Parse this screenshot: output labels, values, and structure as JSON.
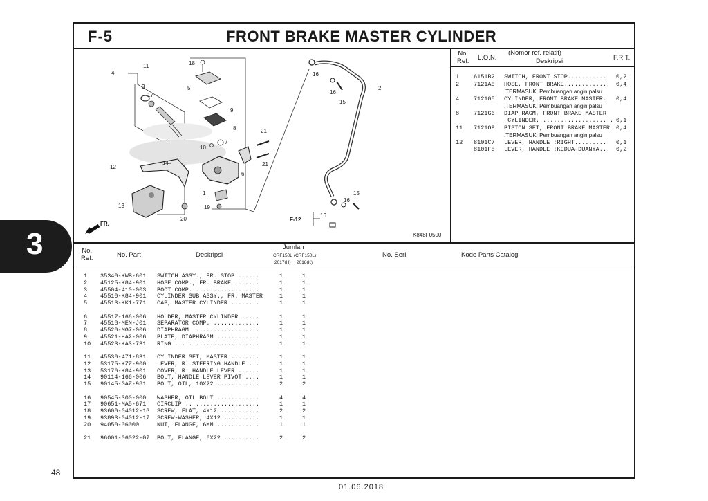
{
  "header": {
    "fig_code": "F-5",
    "title": "FRONT BRAKE MASTER CYLINDER"
  },
  "side_tab": {
    "chapter": "3"
  },
  "page_number": "48",
  "footer_date": "01.06.2018",
  "diagram": {
    "callouts": [
      "1",
      "2",
      "3",
      "4",
      "5",
      "6",
      "7",
      "8",
      "9",
      "10",
      "11",
      "12",
      "13",
      "14",
      "15",
      "16",
      "16",
      "16",
      "16",
      "17",
      "18",
      "19",
      "20",
      "21",
      "21"
    ],
    "ref_label": "F-12",
    "direction_label": "FR.",
    "drawing_code": "K848F0500"
  },
  "ref_table": {
    "col_no_ref": "No.\nRef.",
    "col_lon": "L.O.N.",
    "col_desc_sub": "(Nomor ref. relatif)",
    "col_desc": "Deskripsi",
    "col_frt": "F.R.T.",
    "rows": [
      {
        "ref": "1",
        "lon": "6151B2",
        "desc": "SWITCH, FRONT STOP............",
        "frt": "0,2"
      },
      {
        "ref": "2",
        "lon": "7121A0",
        "desc": "HOSE, FRONT BRAKE.............",
        "frt": "0,4"
      },
      {
        "ref": "",
        "lon": "",
        "desc": ".TERMASUK: Pembuangan angin palsu",
        "frt": ""
      },
      {
        "ref": "4",
        "lon": "712105",
        "desc": "CYLINDER, FRONT BRAKE MASTER..",
        "frt": "0,4"
      },
      {
        "ref": "",
        "lon": "",
        "desc": ".TERMASUK: Pembuangan angin palsu",
        "frt": ""
      },
      {
        "ref": "8",
        "lon": "7121G6",
        "desc": "DIAPHRAGM, FRONT BRAKE MASTER",
        "frt": ""
      },
      {
        "ref": "",
        "lon": "",
        "desc": " CYLINDER......................",
        "frt": "0,1"
      },
      {
        "ref": "11",
        "lon": "7121G9",
        "desc": "PISTON SET, FRONT BRAKE MASTER",
        "frt": "0,4"
      },
      {
        "ref": "",
        "lon": "",
        "desc": ".TERMASUK: Pembuangan angin palsu",
        "frt": ""
      },
      {
        "ref": "12",
        "lon": "8101C7",
        "desc": "LEVER, HANDLE :RIGHT..........",
        "frt": "0,1"
      },
      {
        "ref": "",
        "lon": "8101F5",
        "desc": "LEVER, HANDLE :KEDUA-DUANYA...",
        "frt": "0,2"
      }
    ]
  },
  "parts_table": {
    "col_no_ref": "No.\nRef.",
    "col_part_no": "No. Part",
    "col_desc": "Deskripsi",
    "col_qty": "Jumlah",
    "col_qty_a": "CRF150L",
    "col_qty_b": "(CRF150L)",
    "col_year_a": "2017(H)",
    "col_year_b": "2018(K)",
    "col_serial": "No. Seri",
    "col_catalog": "Kode Parts Catalog",
    "groups": [
      [
        {
          "ref": "1",
          "part": "35340-KWB-601",
          "desc": "SWITCH ASSY., FR. STOP ......",
          "q1": "1",
          "q2": "1"
        },
        {
          "ref": "2",
          "part": "45125-K84-901",
          "desc": "HOSE COMP., FR. BRAKE .......",
          "q1": "1",
          "q2": "1"
        },
        {
          "ref": "3",
          "part": "45504-410-003",
          "desc": "BOOT COMP. ..................",
          "q1": "1",
          "q2": "1"
        },
        {
          "ref": "4",
          "part": "45510-K84-901",
          "desc": "CYLINDER SUB ASSY., FR. MASTER",
          "q1": "1",
          "q2": "1"
        },
        {
          "ref": "5",
          "part": "45513-KK1-771",
          "desc": "CAP, MASTER CYLINDER ........",
          "q1": "1",
          "q2": "1"
        }
      ],
      [
        {
          "ref": "6",
          "part": "45517-166-006",
          "desc": "HOLDER, MASTER CYLINDER .....",
          "q1": "1",
          "q2": "1"
        },
        {
          "ref": "7",
          "part": "45518-MEN-J01",
          "desc": "SEPARATOR COMP. .............",
          "q1": "1",
          "q2": "1"
        },
        {
          "ref": "8",
          "part": "45520-MG7-006",
          "desc": "DIAPHRAGM ...................",
          "q1": "1",
          "q2": "1"
        },
        {
          "ref": "9",
          "part": "45521-HA2-006",
          "desc": "PLATE, DIAPHRAGM ............",
          "q1": "1",
          "q2": "1"
        },
        {
          "ref": "10",
          "part": "45523-KA3-731",
          "desc": "RING ........................",
          "q1": "1",
          "q2": "1"
        }
      ],
      [
        {
          "ref": "11",
          "part": "45530-471-831",
          "desc": "CYLINDER SET, MASTER ........",
          "q1": "1",
          "q2": "1"
        },
        {
          "ref": "12",
          "part": "53175-KZZ-900",
          "desc": "LEVER, R. STEERING HANDLE ...",
          "q1": "1",
          "q2": "1"
        },
        {
          "ref": "13",
          "part": "53176-K84-901",
          "desc": "COVER, R. HANDLE LEVER ......",
          "q1": "1",
          "q2": "1"
        },
        {
          "ref": "14",
          "part": "90114-166-006",
          "desc": "BOLT, HANDLE LEVER PIVOT ....",
          "q1": "1",
          "q2": "1"
        },
        {
          "ref": "15",
          "part": "90145-GAZ-981",
          "desc": "BOLT, OIL, 10X22 ............",
          "q1": "2",
          "q2": "2"
        }
      ],
      [
        {
          "ref": "16",
          "part": "90545-300-000",
          "desc": "WASHER, OIL BOLT ............",
          "q1": "4",
          "q2": "4"
        },
        {
          "ref": "17",
          "part": "90651-MA5-671",
          "desc": "CIRCLIP .....................",
          "q1": "1",
          "q2": "1"
        },
        {
          "ref": "18",
          "part": "93600-04012-1G",
          "desc": "SCREW, FLAT, 4X12 ...........",
          "q1": "2",
          "q2": "2"
        },
        {
          "ref": "19",
          "part": "93893-04012-17",
          "desc": "SCREW-WASHER, 4X12 ..........",
          "q1": "1",
          "q2": "1"
        },
        {
          "ref": "20",
          "part": "94050-06000",
          "desc": "NUT, FLANGE, 6MM ............",
          "q1": "1",
          "q2": "1"
        }
      ],
      [
        {
          "ref": "21",
          "part": "96001-06022-07",
          "desc": "BOLT, FLANGE, 6X22 ..........",
          "q1": "2",
          "q2": "2"
        }
      ]
    ]
  }
}
